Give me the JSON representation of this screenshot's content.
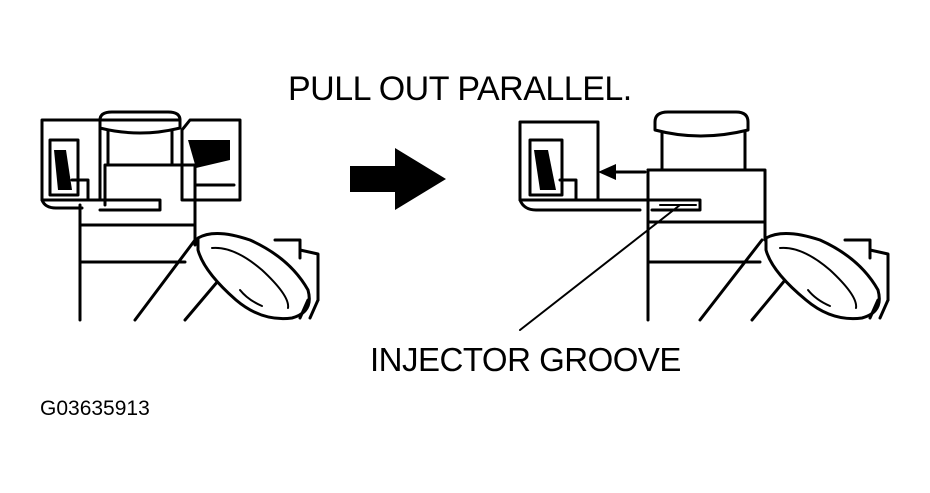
{
  "labels": {
    "instruction": "PULL OUT PARALLEL.",
    "callout": "INJECTOR GROOVE",
    "figure_id": "G03635913"
  },
  "colors": {
    "ink": "#000000",
    "paper": "#ffffff"
  },
  "icons": {
    "direction_arrow": "right-arrow-icon",
    "pull_arrow": "left-arrow-icon"
  }
}
